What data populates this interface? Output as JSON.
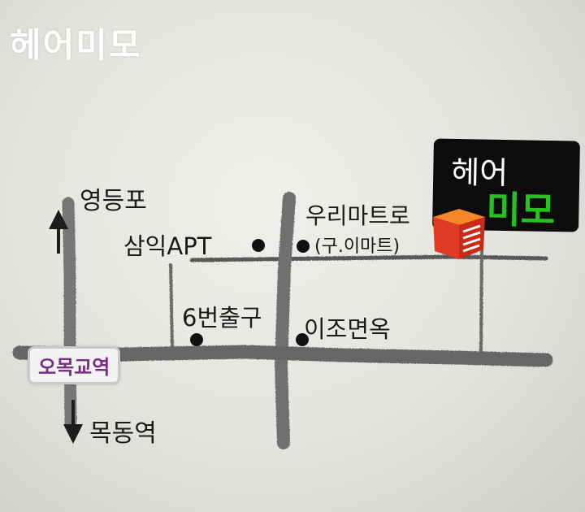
{
  "watermark": "헤어미모",
  "brand": {
    "line1": "헤어",
    "line2": "미모",
    "accent_color": "#25c21f",
    "background": "#0c0c0c"
  },
  "labels": {
    "north": "영등포",
    "south": "목동역",
    "station": "오목교역",
    "samik": "삼익APT",
    "woori": "우리마트로",
    "emart": "(구.이마트)",
    "exit6": "6번출구",
    "ijo": "이조면옥"
  },
  "icons": {
    "north": "arrow-up-icon",
    "south": "arrow-down-icon",
    "shop": "salon-building-icon",
    "marker": "dot-marker-icon"
  },
  "colors": {
    "road": "#6c6c6c",
    "station_text": "#7b2c86",
    "shop_red": "#e13a24",
    "shop_orange": "#f6862a"
  }
}
